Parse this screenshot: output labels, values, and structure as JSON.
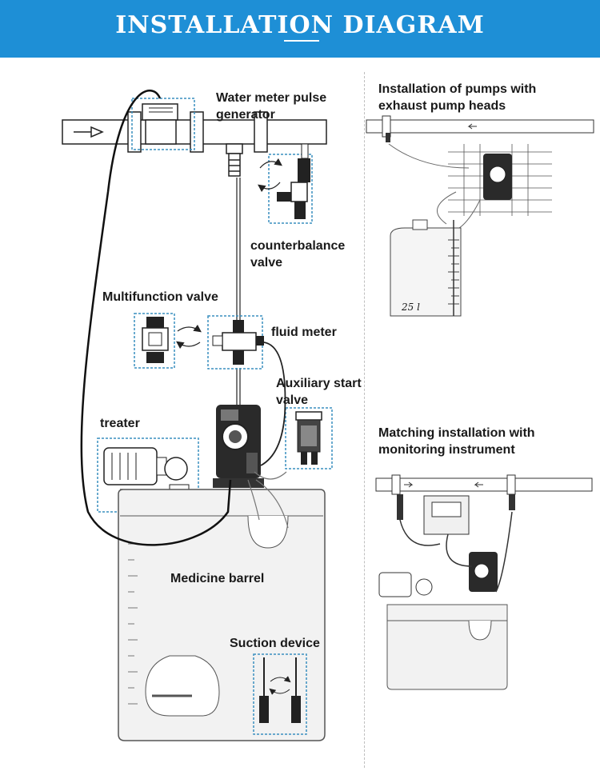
{
  "header": {
    "title": "INSTALLATION DIAGRAM",
    "background": "#1e8fd6",
    "text_color": "#ffffff"
  },
  "main_diagram": {
    "labels": {
      "water_meter": "Water meter pulse\ngenerator",
      "counterbalance": "counterbalance\nvalve",
      "multifunction": "Multifunction valve",
      "fluid_meter": "fluid meter",
      "aux_start": "Auxiliary start\nvalve",
      "treater": "treater",
      "barrel": "Medicine barrel",
      "suction": "Suction device"
    }
  },
  "side_diagrams": {
    "exhaust_title": "Installation of pumps with\nexhaust pump heads",
    "tank_volume": "25 l",
    "monitoring_title": "Matching installation with\nmonitoring instrument"
  },
  "colors": {
    "line": "#222222",
    "box_dash": "#3a8fbf",
    "tank_fill": "#f2f2f2"
  }
}
